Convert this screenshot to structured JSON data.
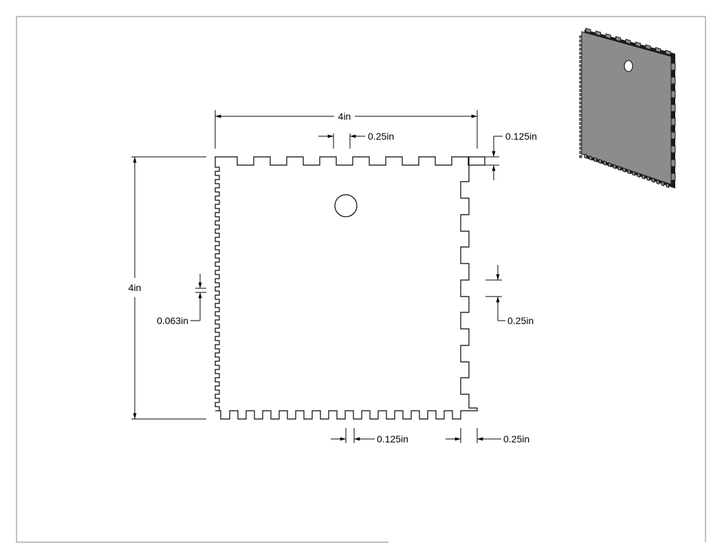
{
  "drawing": {
    "dimensions": {
      "overall_width": "4in",
      "overall_height": "4in",
      "top_tab_width": "0.25in",
      "top_tab_depth": "0.125in",
      "left_tab_pitch": "0.063in",
      "right_tab_width": "0.25in",
      "bottom_tab_width": "0.125in",
      "bottom_corner_offset": "0.25in"
    },
    "preview": {
      "fill_color": "#8c8c8c",
      "edge_color": "#1a1a1a"
    }
  }
}
